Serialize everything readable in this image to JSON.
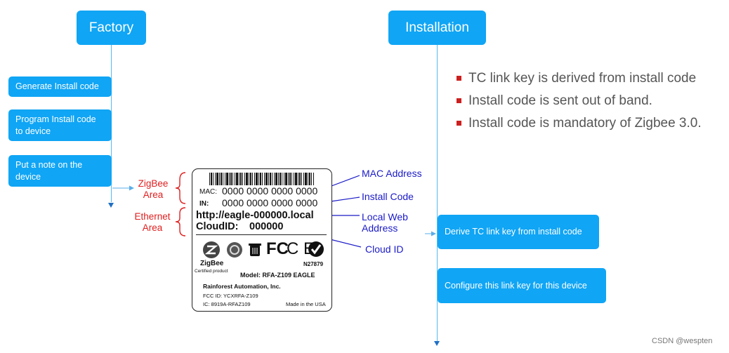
{
  "headers": {
    "factory": "Factory",
    "installation": "Installation"
  },
  "factory_steps": [
    "Generate Install code",
    "Program Install code to device",
    "Put a note on the device"
  ],
  "installation_bullets": [
    "TC link key is derived from install code",
    "Install code is sent out of band.",
    "Install code is mandatory of Zigbee 3.0."
  ],
  "installation_steps": [
    "Derive TC link key from install code",
    "Configure this link key for this device"
  ],
  "area_labels": {
    "zigbee": "ZigBee Area",
    "ethernet": "Ethernet Area"
  },
  "callouts": {
    "mac": "MAC Address",
    "install": "Install Code",
    "web": "Local Web Address",
    "cloud": "Cloud ID"
  },
  "device_label": {
    "mac_prefix": "MAC:",
    "mac_value": "0000 0000 0000 0000",
    "in_prefix": "IN:",
    "in_value": "0000 0000 0000 0000",
    "url": "http://eagle-000000.local",
    "cloud_prefix": "CloudID:",
    "cloud_value": "000000",
    "zigbee_brand": "ZigBee",
    "certified": "Certified product",
    "cert_no": "N27879",
    "model": "Model: RFA-Z109 EAGLE",
    "company": "Rainforest Automation, Inc.",
    "fcc": "FCC ID: YCXRFA-Z109",
    "ic": "IC: 8919A-RFAZ109",
    "made_in": "Made in the USA",
    "fcc_logo": "FC",
    "ce_logo": "C E"
  },
  "watermark": "CSDN @wespten",
  "colors": {
    "accent": "#10a5f5",
    "red": "#e02020",
    "blue": "#1a1ac8",
    "bullet": "#cc1f1f"
  }
}
